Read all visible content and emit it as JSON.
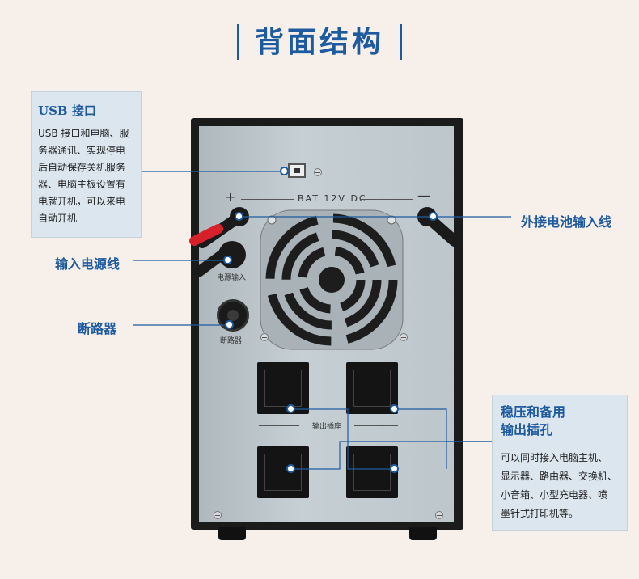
{
  "title": "背面结构",
  "usb": {
    "title": "USB 接口",
    "desc": [
      "USB 接口和电脑、服",
      "务器通讯、实现停电",
      "后自动保存关机服务",
      "器、电脑主板设置有",
      "电就开机，可以来电",
      "自动开机"
    ]
  },
  "labels": {
    "power_input": "输入电源线",
    "breaker": "断路器",
    "battery": "外接电池输入线"
  },
  "outlets": {
    "title": [
      "稳压和备用",
      "输出插孔"
    ],
    "desc": [
      "可以同时接入电脑主机、",
      "显示器、路由器、交换机、",
      "小音箱、小型充电器、喷",
      "墨针式打印机等。"
    ]
  },
  "panel": {
    "bat_label": "BAT 12V DC",
    "plus": "+",
    "minus": "—",
    "power_in_label": "电源输入",
    "breaker_label": "断路器",
    "outlet_label": "输出插座"
  },
  "colors": {
    "accent": "#1e5aa0",
    "background": "#f7f0ea",
    "box": "#dbe6ee",
    "red_cable": "#d8202a"
  }
}
